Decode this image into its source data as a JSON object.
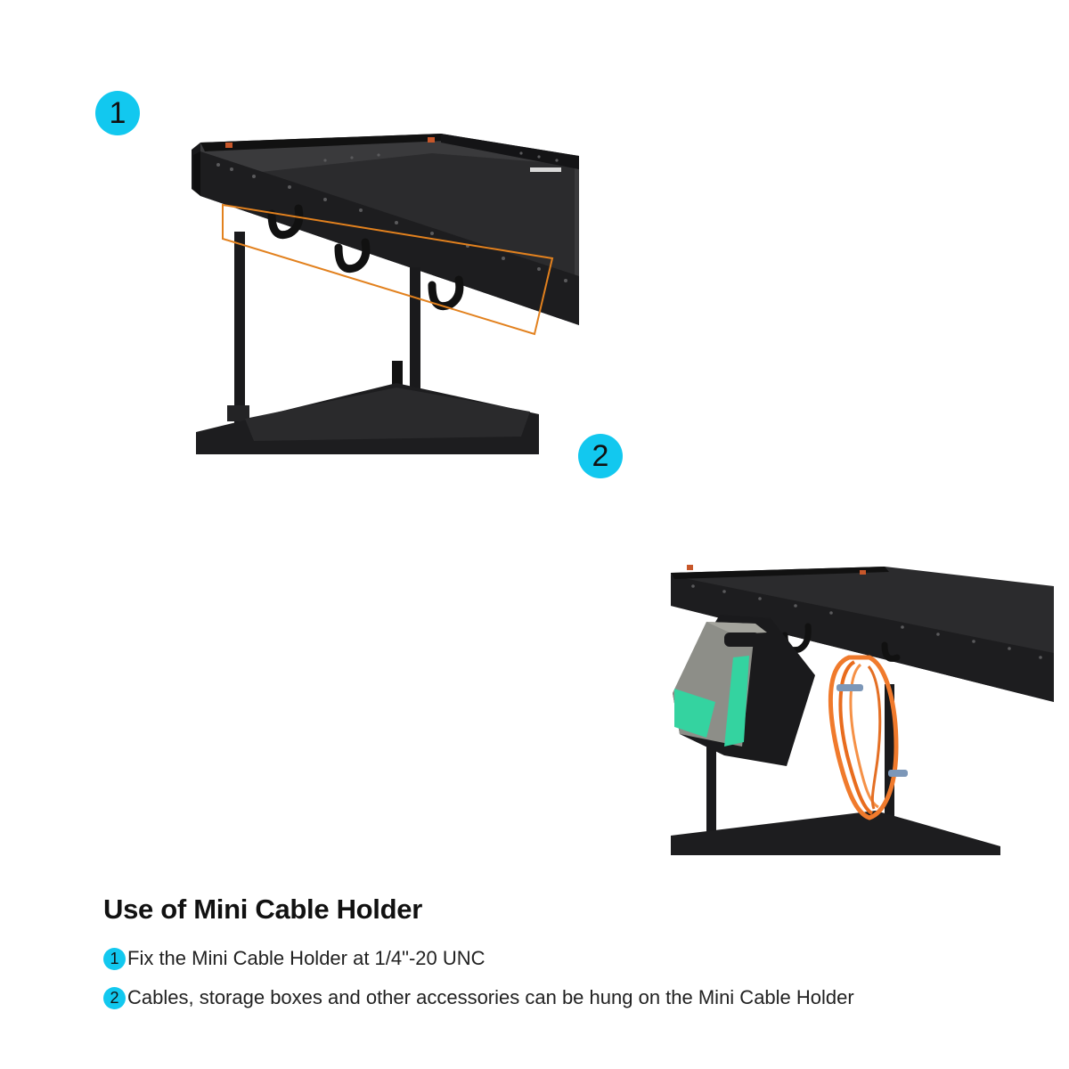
{
  "colors": {
    "accent": "#12c8ef",
    "highlight_box": "#e2811e",
    "cart_metal": "#1d1d1f",
    "cable": "#f07a2c",
    "box_label": "#34d3a0"
  },
  "badges": {
    "one": "1",
    "two": "2"
  },
  "images": {
    "photo_one": "cart-hooks-icon",
    "photo_two": "cart-with-power-station-and-cable-icon"
  },
  "caption": {
    "title": "Use of Mini Cable Holder",
    "steps": [
      {
        "number": "1",
        "text": "Fix the Mini Cable Holder at 1/4\"-20 UNC"
      },
      {
        "number": "2",
        "text": "Cables, storage boxes and other accessories can be hung on the Mini Cable Holder"
      }
    ]
  }
}
